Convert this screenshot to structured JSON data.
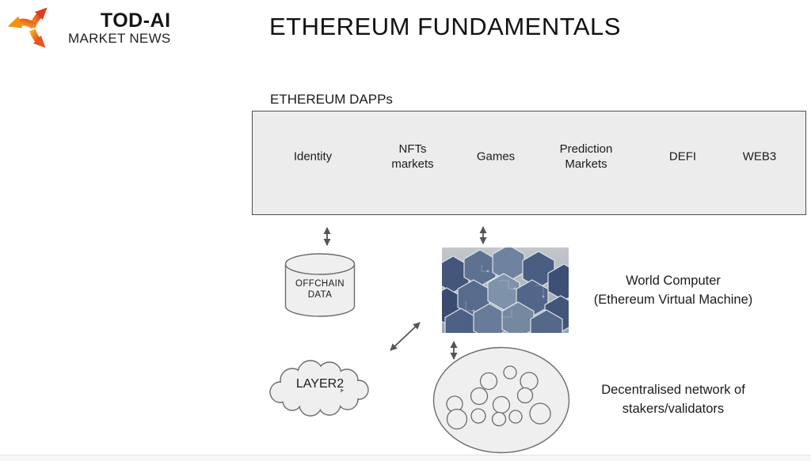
{
  "logo": {
    "brand": "TOD-AI",
    "tagline": "MARKET NEWS"
  },
  "slide": {
    "title": "ETHEREUM FUNDAMENTALS",
    "dapps_box": {
      "label": "ETHEREUM DAPPs",
      "items": [
        {
          "label": "Identity"
        },
        {
          "label": "NFTs markets"
        },
        {
          "label": "Games"
        },
        {
          "label": "Prediction Markets"
        },
        {
          "label": "DEFI"
        },
        {
          "label": "WEB3"
        }
      ]
    },
    "offchain": {
      "line1": "OFFCHAIN",
      "line2": "DATA"
    },
    "layer2": {
      "label": "LAYER2"
    },
    "world_computer": {
      "line1": "World Computer",
      "line2": "(Ethereum Virtual Machine)"
    },
    "validators": {
      "line1": "Decentralised network of",
      "line2": "stakers/validators"
    }
  },
  "icons": {
    "logo": "branching-arrows-icon",
    "connectors": "double-headed-arrow-icon",
    "offchain_shape": "database-cylinder",
    "layer2_shape": "cloud",
    "validators_shape": "ellipse-with-nodes",
    "evm_image": "hexagon-circuit-photo"
  },
  "colors": {
    "box_fill": "#ececec",
    "box_border": "#4f4f4f",
    "shape_fill": "#efefef",
    "shape_border": "#6b6b6b",
    "arrow": "#555555",
    "logo_orange": "#f29111",
    "logo_red": "#e03c20",
    "evm_navy": "#3c4e74",
    "evm_light": "#c3c6ca",
    "footer_bg": "#f7f7f7"
  }
}
